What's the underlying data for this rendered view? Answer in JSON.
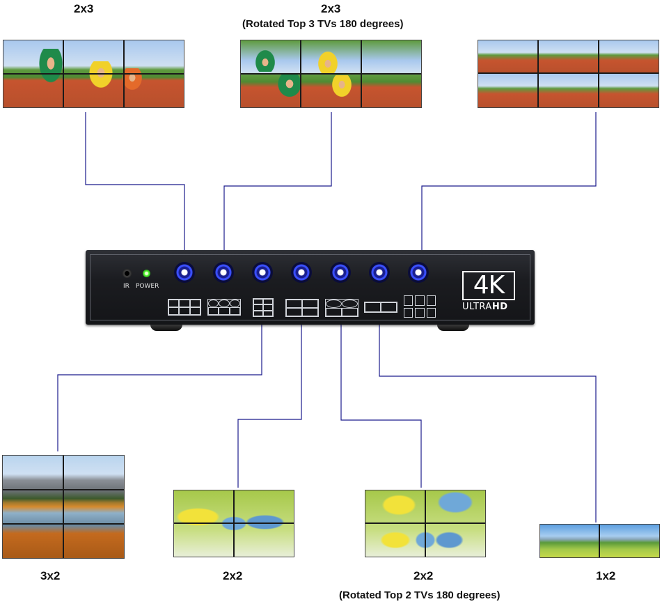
{
  "top_labels": {
    "left": "2x3",
    "middle": "2x3",
    "middle_sub": "(Rotated Top 3 TVs 180 degrees)"
  },
  "bottom_labels": {
    "a": "3x2",
    "b": "2x2",
    "c": "2x2",
    "c_sub": "(Rotated Top 2 TVs 180 degrees)",
    "d": "1x2"
  },
  "device": {
    "ir_label": "IR",
    "power_label": "POWER",
    "logo_main": "4K",
    "logo_ultra": "ULTRA",
    "logo_hd": "HD",
    "button_count": 7
  },
  "colors": {
    "connector_line": "#1a1a8c",
    "device_body": "#1b1c20",
    "button_ring": "#3a4fff",
    "power_led": "#5cff3a"
  },
  "icons": [
    "ir-receiver-icon",
    "power-led-icon",
    "mode-2x3-icon",
    "mode-2x3-rotated-icon",
    "mode-3x2-icon",
    "mode-2x2-icon",
    "mode-2x2-rotated-icon",
    "mode-1x2-icon",
    "mode-3x3-icon"
  ]
}
